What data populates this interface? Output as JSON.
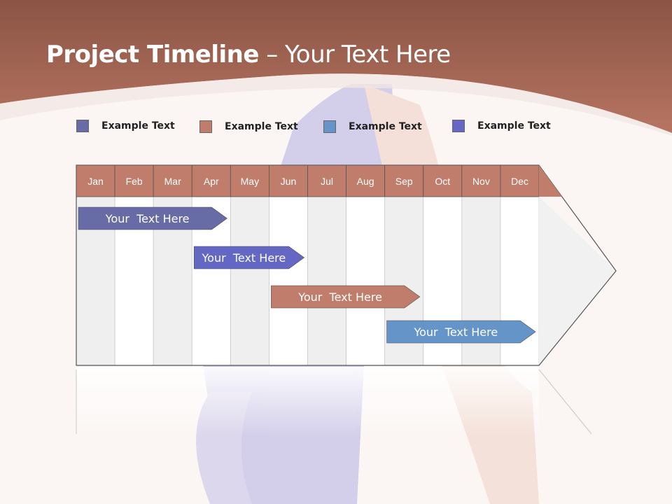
{
  "title": {
    "bold": "Project Timeline",
    "rest": " – Your Text Here"
  },
  "colors": {
    "header": "#b06a58",
    "slate": "#676ba6",
    "terracotta": "#c07d6c",
    "blue": "#6494c8",
    "violet": "#6467c4"
  },
  "legend": [
    {
      "label": "Example Text",
      "color": "#676ba6"
    },
    {
      "label": "Example Text",
      "color": "#c07d6c"
    },
    {
      "label": "Example Text",
      "color": "#6494c8"
    },
    {
      "label": "Example Text",
      "color": "#6467c4"
    }
  ],
  "months": [
    "Jan",
    "Feb",
    "Mar",
    "Apr",
    "May",
    "Jun",
    "Jul",
    "Aug",
    "Sep",
    "Oct",
    "Nov",
    "Dec"
  ],
  "bars": [
    {
      "label": "Your  Text Here",
      "color": "#676ba6",
      "start_month": "Jan",
      "end_month": "Apr"
    },
    {
      "label": "Your  Text Here",
      "color": "#6467c4",
      "start_month": "Apr",
      "end_month": "Jun"
    },
    {
      "label": "Your  Text Here",
      "color": "#c07d6c",
      "start_month": "Jun",
      "end_month": "Sep"
    },
    {
      "label": "Your  Text Here",
      "color": "#6494c8",
      "start_month": "Sep",
      "end_month": "Dec"
    }
  ]
}
